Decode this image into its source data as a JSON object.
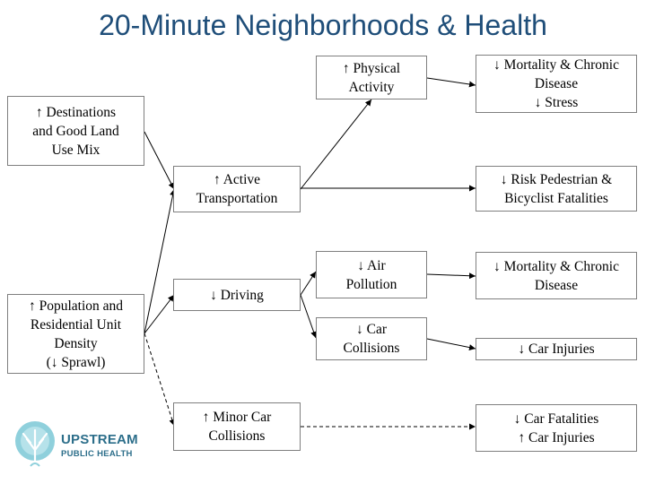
{
  "title": "20-Minute Neighborhoods & Health",
  "nodes": {
    "destinations": "↑ Destinations\nand Good Land\nUse Mix",
    "population": "↑ Population and\nResidential Unit\nDensity\n(↓ Sprawl)",
    "active_transportation": "↑ Active\nTransportation",
    "driving": "↓ Driving",
    "minor_car_collisions": "↑ Minor Car\nCollisions",
    "physical_activity": "↑ Physical\nActivity",
    "air_pollution": "↓ Air\nPollution",
    "car_collisions": "↓ Car\nCollisions",
    "mortality_chronic_stress": "↓ Mortality & Chronic\nDisease\n↓  Stress",
    "risk_pedestrian": "↓ Risk Pedestrian &\nBicyclist Fatalities",
    "mortality_chronic": "↓ Mortality & Chronic\nDisease",
    "car_injuries": "↓ Car Injuries",
    "car_fatalities_injuries": "↓ Car Fatalities\n↑ Car Injuries"
  },
  "logo": {
    "line1": "UPSTREAM",
    "line2": "PUBLIC HEALTH",
    "icon": "tree-logo-icon",
    "color": "#2c6e8a",
    "accent": "#8fd0dc"
  },
  "colors": {
    "title": "#1f4e79",
    "box_border": "#7f7f7f",
    "arrow": "#000000"
  }
}
